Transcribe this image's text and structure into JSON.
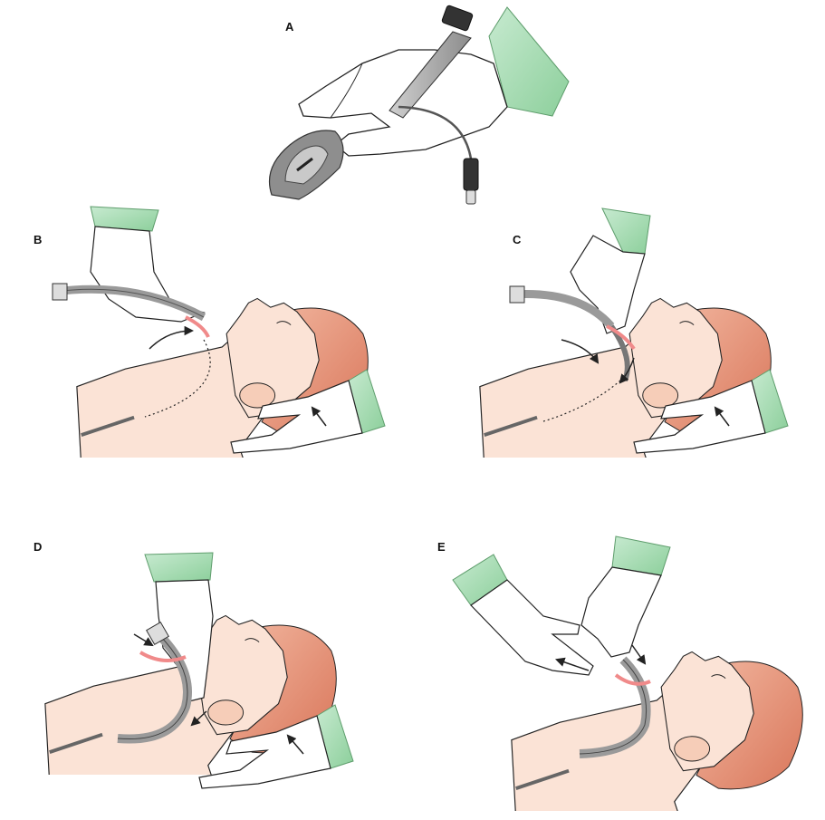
{
  "panels": [
    {
      "id": "A",
      "label": "A"
    },
    {
      "id": "B",
      "label": "B"
    },
    {
      "id": "C",
      "label": "C"
    },
    {
      "id": "D",
      "label": "D"
    },
    {
      "id": "E",
      "label": "E"
    }
  ],
  "colors": {
    "skin": "#fbe3d6",
    "skin_shade": "#f6cdb8",
    "hair": "#e59a7f",
    "glove": "#ffffff",
    "cuff": "#a8dcb3",
    "device_grey": "#9a9a9a",
    "device_dark": "#5a5a5a",
    "mucosa": "#f08a8a",
    "outline": "#222222"
  },
  "icons": [
    "gloved-hand-icon",
    "laryngeal-mask-airway-icon",
    "arrow-icon",
    "patient-head-icon"
  ]
}
